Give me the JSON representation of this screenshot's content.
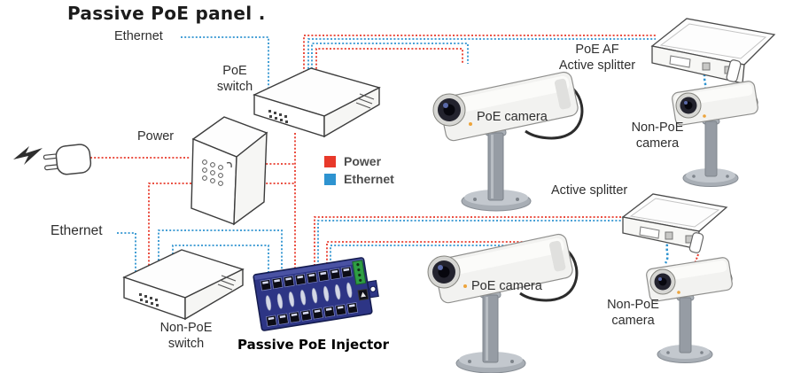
{
  "title": "Passive PoE panel .",
  "colors": {
    "power": "#e8392a",
    "ethernet": "#2e93d0"
  },
  "legend": {
    "power": "Power",
    "ethernet": "Ethernet"
  },
  "labels": {
    "ethernet_top": "Ethernet",
    "ethernet_bottom": "Ethernet",
    "power": "Power",
    "poe_switch": {
      "line1": "PoE",
      "line2": "switch"
    },
    "poe_camera_top": "PoE camera",
    "poe_camera_bottom": "PoE camera",
    "poe_af_splitter": {
      "line1": "PoE AF",
      "line2": "Active splitter"
    },
    "active_splitter": "Active splitter",
    "non_poe_camera_top": {
      "line1": "Non-PoE",
      "line2": "camera"
    },
    "non_poe_camera_bottom": {
      "line1": "Non-PoE",
      "line2": "camera"
    },
    "non_poe_switch": {
      "line1": "Non-PoE",
      "line2": "switch"
    },
    "passive_poe_injector": "Passive PoE Injector"
  }
}
